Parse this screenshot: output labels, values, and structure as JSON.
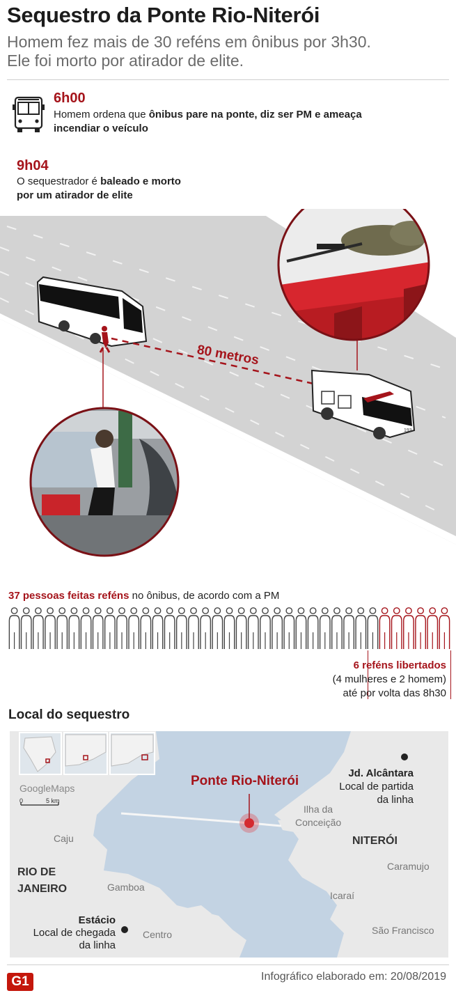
{
  "header": {
    "title": "Sequestro da Ponte Rio-Niterói",
    "subtitle_line1": "Homem fez mais de 30 reféns em ônibus por 3h30.",
    "subtitle_line2": "Ele foi morto por atirador de elite."
  },
  "timeline": [
    {
      "time": "6h00",
      "text_a": "Homem ordena que ",
      "text_b_bold": "ônibus pare na ponte, diz ser PM e ameaça",
      "text_c_bold": "incendiar o veículo",
      "icon": "bus-icon"
    },
    {
      "time": "9h04",
      "text_a": "O sequestrador é ",
      "text_b_bold": "baleado e morto",
      "text_c_bold": "por um atirador de elite"
    }
  ],
  "scene": {
    "distance_label": "80 metros",
    "truck_number": "193",
    "colors": {
      "accent": "#a5141b",
      "road": "#d2d2d2",
      "truck_red": "#d7262e"
    }
  },
  "hostages": {
    "caption_bold": "37 pessoas feitas reféns",
    "caption_rest": " no ônibus, de acordo com a PM",
    "total": 37,
    "released": 6,
    "released_title": "6 reféns libertados",
    "released_line2": "(4 mulheres e 2 homem)",
    "released_line3": "até por volta das 8h30"
  },
  "map": {
    "section_title": "Local do sequestro",
    "attribution": "GoogleMaps",
    "scale_start": "0",
    "scale_end": "5 km",
    "bridge_label": "Ponte Rio-Niterói",
    "labels": {
      "jd_alcantara": "Jd. Alcântara",
      "jd_alcantara_sub1": "Local de partida",
      "jd_alcantara_sub2": "da linha",
      "ilha_line1": "Ilha da",
      "ilha_line2": "Conceição",
      "niteroi": "NITERÓI",
      "caramujo": "Caramujo",
      "icarai": "Icaraí",
      "sao_francisco": "São Francisco",
      "caju": "Caju",
      "rio_line1": "RIO DE",
      "rio_line2": "JANEIRO",
      "gamboa": "Gamboa",
      "estacio": "Estácio",
      "estacio_sub1": "Local de chegada",
      "estacio_sub2": "da linha",
      "centro": "Centro"
    },
    "colors": {
      "water": "#c3d3e3",
      "land": "#e9e9e9"
    }
  },
  "footer": {
    "logo": "G1",
    "date_text": "Infográfico elaborado em: 20/08/2019"
  }
}
